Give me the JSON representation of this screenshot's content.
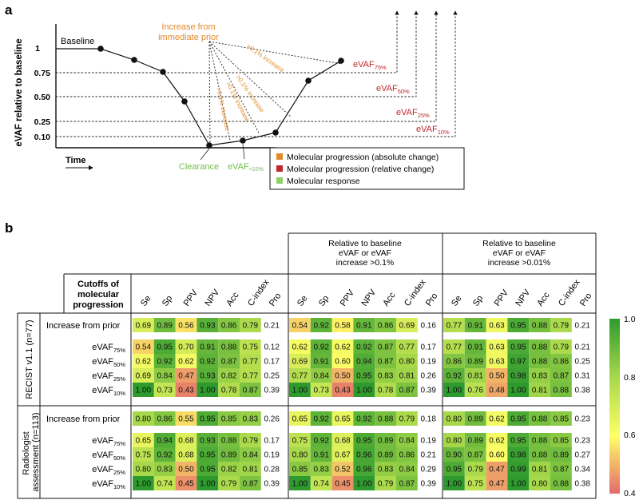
{
  "panel_a": {
    "label": "a",
    "ylabel": "eVAF relative to baseline",
    "xlabel": "Time",
    "baseline_label": "Baseline",
    "ticks": [
      "1",
      "0.75",
      "0.50",
      "0.25",
      "0.10"
    ],
    "increase_label_1": "Increase from",
    "increase_label_2": "immediate prior",
    "rot_labels": [
      ">0.1% increase",
      ">0.1% increase",
      ">0.1% increase",
      ">0.1% increase"
    ],
    "thresholds": [
      {
        "base": "eVAF",
        "sub": "75%"
      },
      {
        "base": "eVAF",
        "sub": "50%"
      },
      {
        "base": "eVAF",
        "sub": "25%"
      },
      {
        "base": "eVAF",
        "sub": "10%"
      }
    ],
    "clearance": "Clearance",
    "evaf_lt10": {
      "base": "eVAF",
      "sub": "<10%"
    },
    "legend": [
      {
        "label": "Molecular progression (absolute change)",
        "color": "#e28a2a"
      },
      {
        "label": "Molecular progression (relative change)",
        "color": "#c0282d"
      },
      {
        "label": "Molecular response",
        "color": "#8fcf6b"
      }
    ],
    "colors": {
      "orange": "#e28a2a",
      "red": "#c0282d",
      "green": "#6fbf4a"
    }
  },
  "panel_b": {
    "label": "b",
    "cutoff_header": [
      "Cutoffs of",
      "molecular",
      "progression"
    ],
    "group_headers": [
      [
        "Relative to baseline",
        "eVAF or eVAF",
        "increase >0.1%"
      ],
      [
        "Relative to baseline",
        "eVAF or eVAF",
        "increase >0.01%"
      ]
    ],
    "column_labels": [
      "Se",
      "Sp",
      "PPV",
      "NPV",
      "Acc",
      "C-index",
      "Pro"
    ],
    "row_groups": [
      {
        "name": "RECIST v1.1 (n=77)"
      },
      {
        "name": "Radiologist assessment (n=113)"
      }
    ],
    "colorbar": {
      "max": "1.0",
      "ticks": [
        "0.8",
        "0.6"
      ],
      "min": "0.4"
    }
  },
  "chart_data": {
    "type": "heatmap",
    "metrics": [
      "Se",
      "Sp",
      "PPV",
      "NPV",
      "Acc",
      "C-index",
      "Pro"
    ],
    "color_scale": {
      "min": 0.4,
      "max": 1.0,
      "colors": [
        "red",
        "yellow",
        "green"
      ]
    },
    "blocks": [
      {
        "name": "",
        "groups": [
          {
            "name": "RECIST v1.1 (n=77)",
            "rows": [
              {
                "label": "Increase from prior",
                "values": [
                  0.69,
                  0.89,
                  0.56,
                  0.93,
                  0.86,
                  0.79,
                  0.21
                ]
              },
              {
                "label": "eVAF75%",
                "values": [
                  0.54,
                  0.95,
                  0.7,
                  0.91,
                  0.88,
                  0.75,
                  0.12
                ]
              },
              {
                "label": "eVAF50%",
                "values": [
                  0.62,
                  0.92,
                  0.62,
                  0.92,
                  0.87,
                  0.77,
                  0.17
                ]
              },
              {
                "label": "eVAF25%",
                "values": [
                  0.69,
                  0.84,
                  0.47,
                  0.93,
                  0.82,
                  0.77,
                  0.25
                ]
              },
              {
                "label": "eVAF10%",
                "values": [
                  1.0,
                  0.73,
                  0.43,
                  1.0,
                  0.78,
                  0.87,
                  0.39
                ]
              }
            ]
          },
          {
            "name": "Radiologist assessment (n=113)",
            "rows": [
              {
                "label": "Increase from prior",
                "values": [
                  0.8,
                  0.86,
                  0.55,
                  0.95,
                  0.85,
                  0.83,
                  0.26
                ]
              },
              {
                "label": "eVAF75%",
                "values": [
                  0.65,
                  0.94,
                  0.68,
                  0.93,
                  0.88,
                  0.79,
                  0.17
                ]
              },
              {
                "label": "eVAF50%",
                "values": [
                  0.75,
                  0.92,
                  0.68,
                  0.95,
                  0.89,
                  0.84,
                  0.19
                ]
              },
              {
                "label": "eVAF25%",
                "values": [
                  0.8,
                  0.83,
                  0.5,
                  0.95,
                  0.82,
                  0.81,
                  0.28
                ]
              },
              {
                "label": "eVAF10%",
                "values": [
                  1.0,
                  0.74,
                  0.45,
                  1.0,
                  0.79,
                  0.87,
                  0.39
                ]
              }
            ]
          }
        ]
      },
      {
        "name": "Relative to baseline eVAF or eVAF increase >0.1%",
        "groups": [
          {
            "name": "RECIST v1.1 (n=77)",
            "rows": [
              {
                "label": "Increase from prior",
                "values": [
                  0.54,
                  0.92,
                  0.58,
                  0.91,
                  0.86,
                  0.69,
                  0.16
                ]
              },
              {
                "label": "eVAF75%",
                "values": [
                  0.62,
                  0.92,
                  0.62,
                  0.92,
                  0.87,
                  0.77,
                  0.17
                ]
              },
              {
                "label": "eVAF50%",
                "values": [
                  0.69,
                  0.91,
                  0.6,
                  0.94,
                  0.87,
                  0.8,
                  0.19
                ]
              },
              {
                "label": "eVAF25%",
                "values": [
                  0.77,
                  0.84,
                  0.5,
                  0.95,
                  0.83,
                  0.81,
                  0.26
                ]
              },
              {
                "label": "eVAF10%",
                "values": [
                  1.0,
                  0.73,
                  0.43,
                  1.0,
                  0.78,
                  0.87,
                  0.39
                ]
              }
            ]
          },
          {
            "name": "Radiologist assessment (n=113)",
            "rows": [
              {
                "label": "Increase from prior",
                "values": [
                  0.65,
                  0.92,
                  0.65,
                  0.92,
                  0.88,
                  0.79,
                  0.18
                ]
              },
              {
                "label": "eVAF75%",
                "values": [
                  0.75,
                  0.92,
                  0.68,
                  0.95,
                  0.89,
                  0.84,
                  0.19
                ]
              },
              {
                "label": "eVAF50%",
                "values": [
                  0.8,
                  0.91,
                  0.67,
                  0.96,
                  0.89,
                  0.86,
                  0.21
                ]
              },
              {
                "label": "eVAF25%",
                "values": [
                  0.85,
                  0.83,
                  0.52,
                  0.96,
                  0.83,
                  0.84,
                  0.29
                ]
              },
              {
                "label": "eVAF10%",
                "values": [
                  1.0,
                  0.74,
                  0.45,
                  1.0,
                  0.79,
                  0.87,
                  0.39
                ]
              }
            ]
          }
        ]
      },
      {
        "name": "Relative to baseline eVAF or eVAF increase >0.01%",
        "groups": [
          {
            "name": "RECIST v1.1 (n=77)",
            "rows": [
              {
                "label": "Increase from prior",
                "values": [
                  0.77,
                  0.91,
                  0.63,
                  0.95,
                  0.88,
                  0.79,
                  0.21
                ]
              },
              {
                "label": "eVAF75%",
                "values": [
                  0.77,
                  0.91,
                  0.63,
                  0.95,
                  0.88,
                  0.79,
                  0.21
                ]
              },
              {
                "label": "eVAF50%",
                "values": [
                  0.86,
                  0.89,
                  0.63,
                  0.97,
                  0.88,
                  0.86,
                  0.25
                ]
              },
              {
                "label": "eVAF25%",
                "values": [
                  0.92,
                  0.81,
                  0.5,
                  0.98,
                  0.83,
                  0.87,
                  0.31
                ]
              },
              {
                "label": "eVAF10%",
                "values": [
                  1.0,
                  0.76,
                  0.48,
                  1.0,
                  0.81,
                  0.88,
                  0.38
                ]
              }
            ]
          },
          {
            "name": "Radiologist assessment (n=113)",
            "rows": [
              {
                "label": "Increase from prior",
                "values": [
                  0.8,
                  0.89,
                  0.62,
                  0.95,
                  0.88,
                  0.85,
                  0.23
                ]
              },
              {
                "label": "eVAF75%",
                "values": [
                  0.8,
                  0.89,
                  0.62,
                  0.95,
                  0.88,
                  0.85,
                  0.23
                ]
              },
              {
                "label": "eVAF50%",
                "values": [
                  0.9,
                  0.87,
                  0.6,
                  0.98,
                  0.88,
                  0.89,
                  0.27
                ]
              },
              {
                "label": "eVAF25%",
                "values": [
                  0.95,
                  0.79,
                  0.47,
                  0.99,
                  0.81,
                  0.87,
                  0.34
                ]
              },
              {
                "label": "eVAF10%",
                "values": [
                  1.0,
                  0.75,
                  0.47,
                  1.0,
                  0.8,
                  0.88,
                  0.38
                ]
              }
            ]
          }
        ]
      }
    ]
  }
}
